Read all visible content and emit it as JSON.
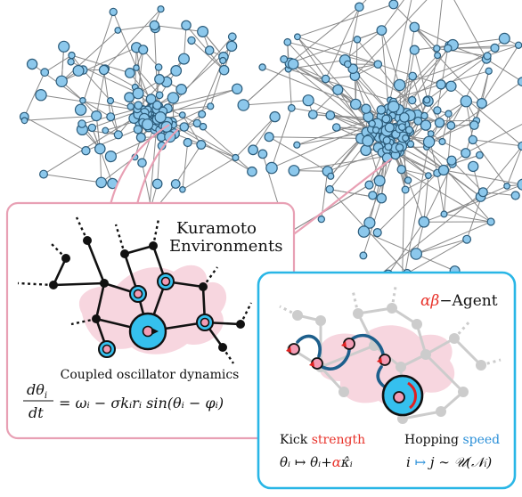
{
  "labels": {
    "environments": "Kuramoto\nEnvironments",
    "coupled": "Coupled oscillator dynamics",
    "agent_alpha": "α",
    "agent_beta": "β",
    "agent_rest": "−Agent",
    "kick": "Kick ",
    "kick_word": "strength",
    "hop": "Hopping ",
    "hop_word": "speed"
  },
  "equations": {
    "dynamics_lhs_num": "dθ",
    "dynamics_lhs_num_sub": "i",
    "dynamics_lhs_den": "dt",
    "dynamics_rhs": "= ωᵢ − σkᵢrᵢ sin(θᵢ − φᵢ)",
    "kick_eq": "θᵢ ↦ θᵢ+",
    "kick_eq_alpha": "α",
    "kick_eq_tail": "κ̂ᵢ",
    "hop_eq_i": "i",
    "hop_eq_arrow": " ↦ ",
    "hop_eq_rest": "j ∼ 𝒰(𝒩ᵢ)"
  },
  "colors": {
    "node_fill": "#8cc8ec",
    "node_stroke": "#2b5b7a",
    "edge": "#8a8a8a",
    "pink_border": "#e8a0b4",
    "pink_blob": "#f7d6df",
    "cyan_border": "#29b6e6",
    "agent_fill": "#35c0ee",
    "alpha_red": "#e8322a",
    "beta_blue": "#2a8fd8",
    "kick_arrow_red": "#e02020",
    "hop_arrow_blue": "#1d5f8c",
    "ghost": "#cccccc"
  }
}
